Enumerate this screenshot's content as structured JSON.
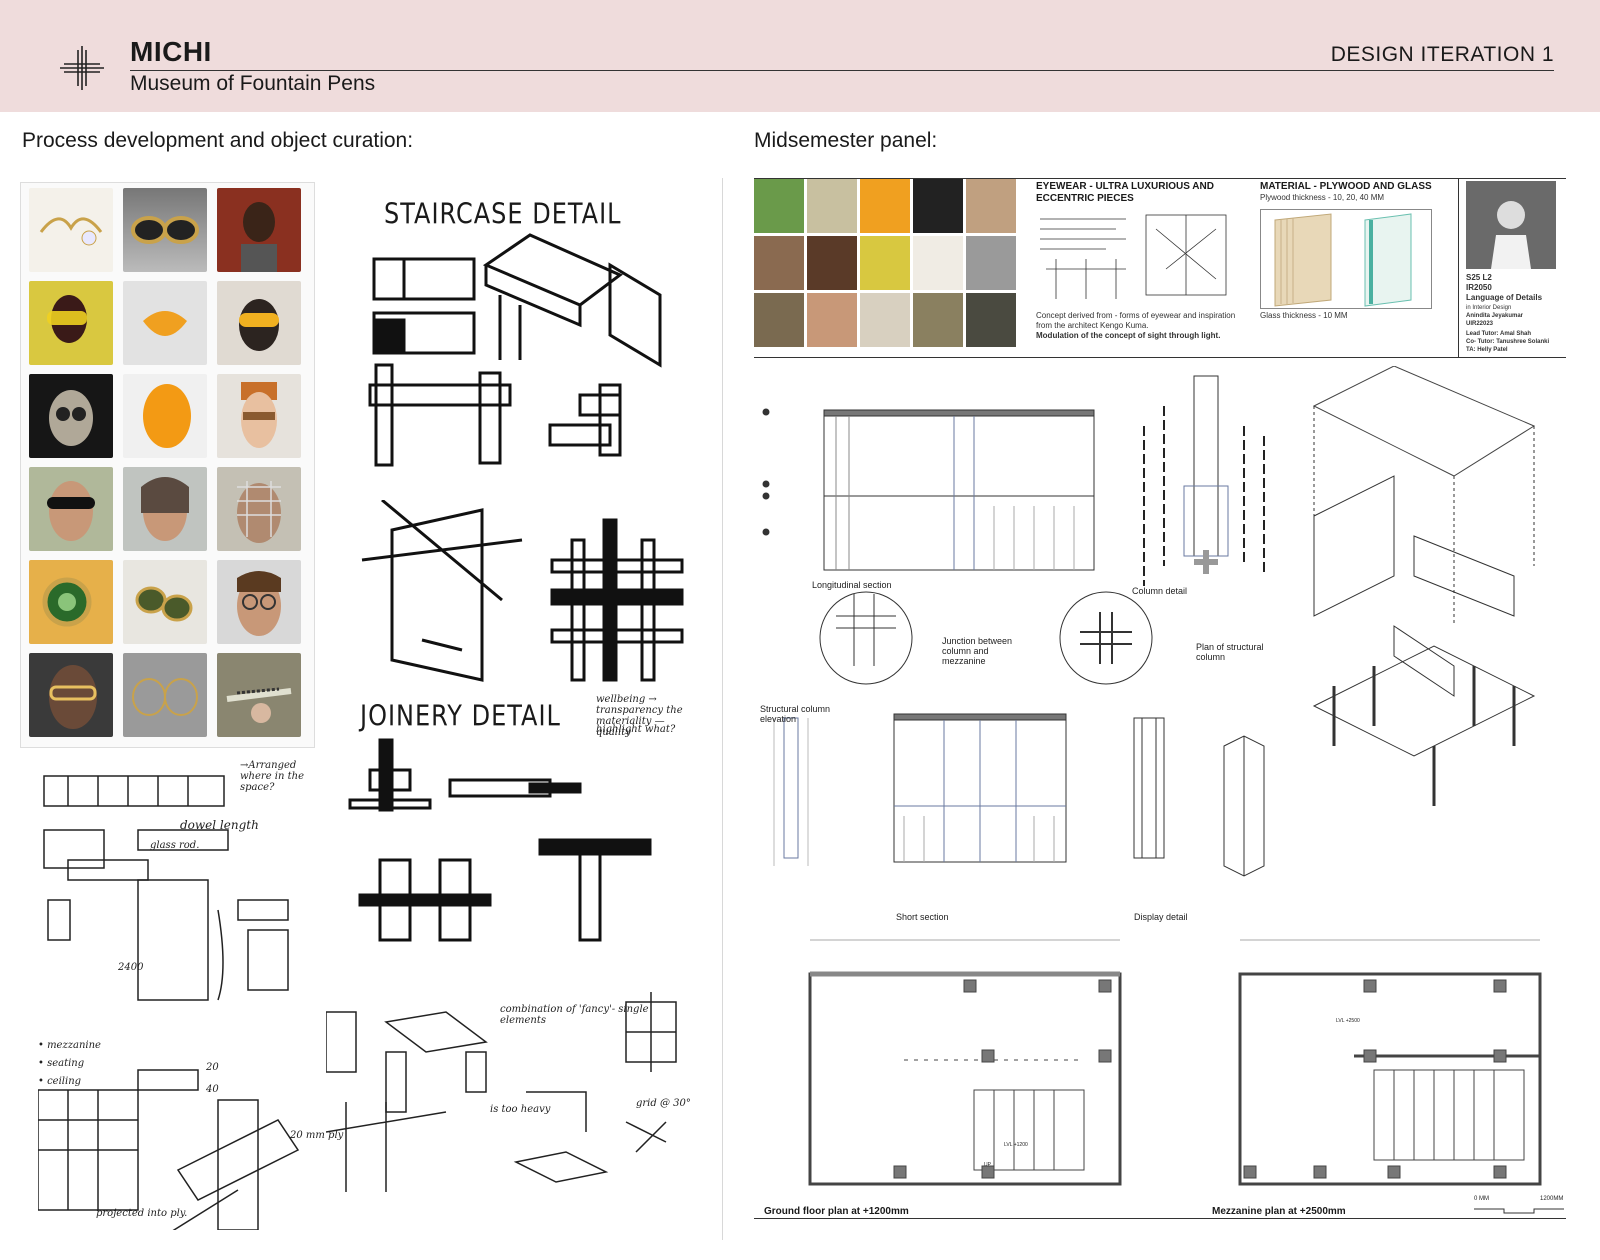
{
  "header": {
    "title": "MICHI",
    "subtitle": "Museum of Fountain Pens",
    "iteration": "DESIGN  ITERATION 1"
  },
  "left": {
    "heading": "Process development and object curation:",
    "staircase_title": "STAIRCASE DETAIL",
    "joinery_title": "JOINERY  DETAIL",
    "notes": {
      "arranged": "→Arranged  where in the space?",
      "dowel": "dowel length",
      "glass": "glass rod.",
      "dim": "2400",
      "mezzanine": "• mezzanine",
      "seating": "• seating",
      "ceiling": "• ceiling",
      "n20": "20",
      "n40": "40",
      "ply": "20 mm ply",
      "projected": "projected into ply.",
      "doesnt": "wellbeing → transparency   the materiality — quality",
      "highlight": "highlight what?",
      "toomuch": "is too heavy",
      "grid": "grid @ 30°",
      "combo": "combination of 'fancy'- single elements"
    }
  },
  "right": {
    "heading": "Midsemester panel:",
    "strip": {
      "eyewear_heading": "EYEWEAR - ULTRA LUXURIOUS AND ECCENTRIC PIECES",
      "material_heading": "MATERIAL - PLYWOOD AND GLASS",
      "plywood_thickness": "Plywood thickness - 10, 20, 40 MM",
      "concept_1": "Concept derived from - forms of eyewear and inspiration from the architect Kengo Kuma.",
      "concept_2": "Modulation of the concept of sight through light.",
      "glass_thickness": "Glass thickness - 10 MM",
      "course_code": "S25 L2",
      "course_id": "IR2050",
      "course_name": "Language of Details",
      "course_sub": "in Interior Design",
      "student": "Anindita Jeyakumar",
      "student_id": "UIR22023",
      "lead_tutor": "Lead Tutor: Amal Shah",
      "co_tutor": "Co- Tutor: Tanushree Solanki",
      "ta": "TA: Helly Patel"
    },
    "labels": {
      "longitudinal": "Longitudinal section",
      "column_detail": "Column detail",
      "junction": "Junction between column and mezzanine",
      "plan_column": "Plan of structural column",
      "struct_elev": "Structural column elevation",
      "short_section": "Short section",
      "display_detail": "Display detail",
      "ground_plan": "Ground floor plan at +1200mm",
      "mezz_plan": "Mezzanine plan at +2500mm",
      "scale_0": "0 MM",
      "scale_1200": "1200MM",
      "up": "UP",
      "lvl1": "LVL +1200",
      "lvl2": "LVL +2500"
    }
  },
  "colors": {
    "header_bg": "#efdcdc",
    "ink": "#111111",
    "orange": "#f0a020",
    "green": "#4a7a3a",
    "gold": "#c9a24a"
  },
  "moodboard": {
    "items": [
      "wire-eyewear-icon",
      "gold-sunglasses-icon",
      "model-portrait-icon",
      "yellow-visor-icon",
      "orange-lens-icon",
      "yellow-goggles-icon",
      "skull-mask-icon",
      "orange-mask-icon",
      "eyelash-glasses-icon",
      "dark-shades-icon",
      "hair-covered-face-icon",
      "cage-mask-icon",
      "green-monocle-icon",
      "folding-sunglasses-icon",
      "round-glasses-icon",
      "oval-glasses-icon",
      "gold-frame-icon",
      "hand-held-glasses-icon"
    ]
  }
}
